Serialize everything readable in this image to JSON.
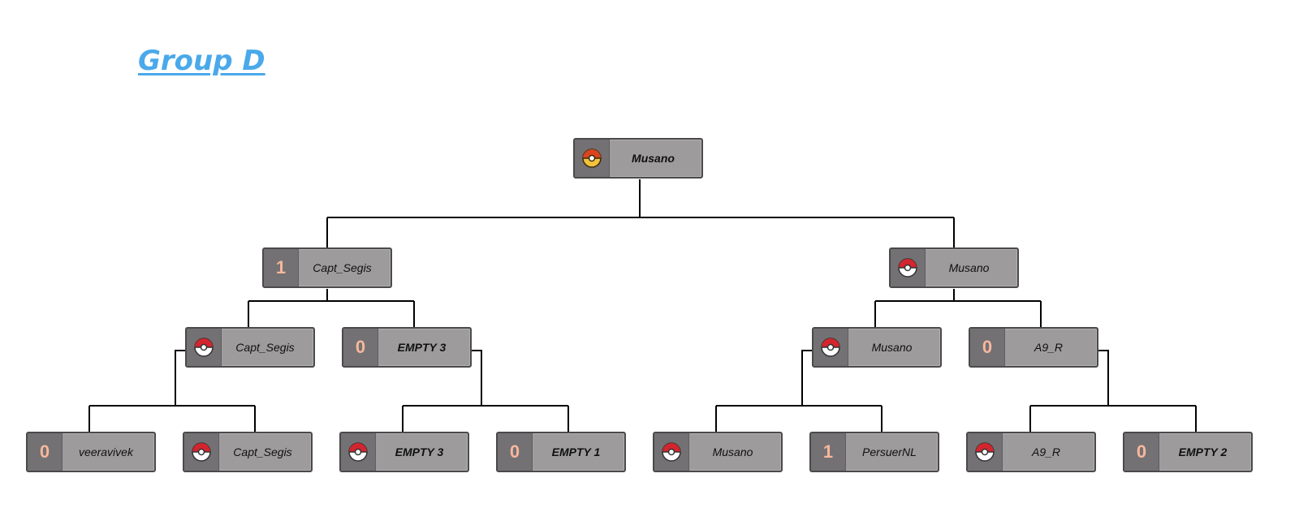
{
  "title": "Group D",
  "bracket": {
    "final": {
      "name": "Musano",
      "marker": "gold-ball-icon"
    },
    "semi_left": {
      "name": "Capt_Segis",
      "score": "1"
    },
    "semi_right": {
      "name": "Musano",
      "marker": "pokeball-icon"
    },
    "quarter_1": {
      "name": "Capt_Segis",
      "marker": "pokeball-icon"
    },
    "quarter_2": {
      "name": "EMPTY 3",
      "score": "0"
    },
    "quarter_3": {
      "name": "Musano",
      "marker": "pokeball-icon"
    },
    "quarter_4": {
      "name": "A9_R",
      "score": "0"
    },
    "round1_1": {
      "name": "veeravivek",
      "score": "0"
    },
    "round1_2": {
      "name": "Capt_Segis",
      "marker": "pokeball-icon"
    },
    "round1_3": {
      "name": "EMPTY 3",
      "marker": "pokeball-icon"
    },
    "round1_4": {
      "name": "EMPTY 1",
      "score": "0"
    },
    "round1_5": {
      "name": "Musano",
      "marker": "pokeball-icon"
    },
    "round1_6": {
      "name": "PersuerNL",
      "score": "1"
    },
    "round1_7": {
      "name": "A9_R",
      "marker": "pokeball-icon"
    },
    "round1_8": {
      "name": "EMPTY 2",
      "score": "0"
    }
  },
  "colors": {
    "title": "#4aa9ea",
    "box_fill": "#9d9b9c",
    "box_slot": "#737173",
    "score_text": "#f7b79c",
    "connector": "#000000"
  }
}
